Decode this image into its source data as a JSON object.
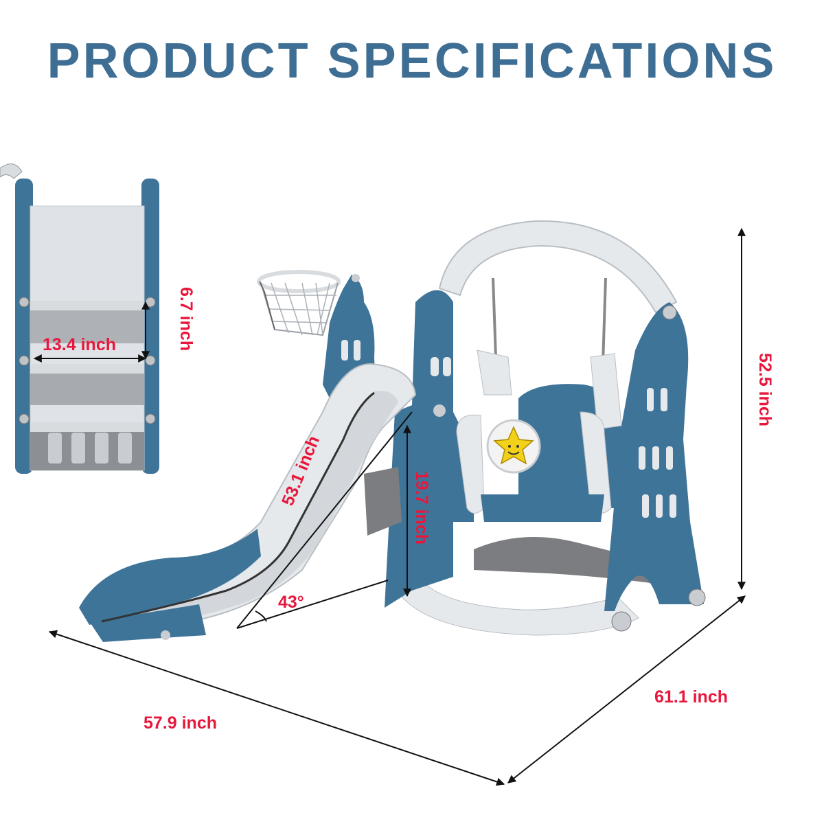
{
  "title": "PRODUCT SPECIFICATIONS",
  "colors": {
    "title": "#3e6e93",
    "label": "#e8173c",
    "plastic_blue": "#3f7499",
    "plastic_white": "#e6e9ec",
    "plastic_gray": "#7b7d80"
  },
  "dimensions": {
    "ladder_width": "13.4 inch",
    "step_height": "6.7 inch",
    "slide_length": "53.1 inch",
    "platform_height": "19.7 inch",
    "slide_angle": "43°",
    "total_height": "52.5 inch",
    "length": "57.9 inch",
    "depth": "61.1 inch"
  },
  "icons": [
    "smiling-star-icon"
  ]
}
